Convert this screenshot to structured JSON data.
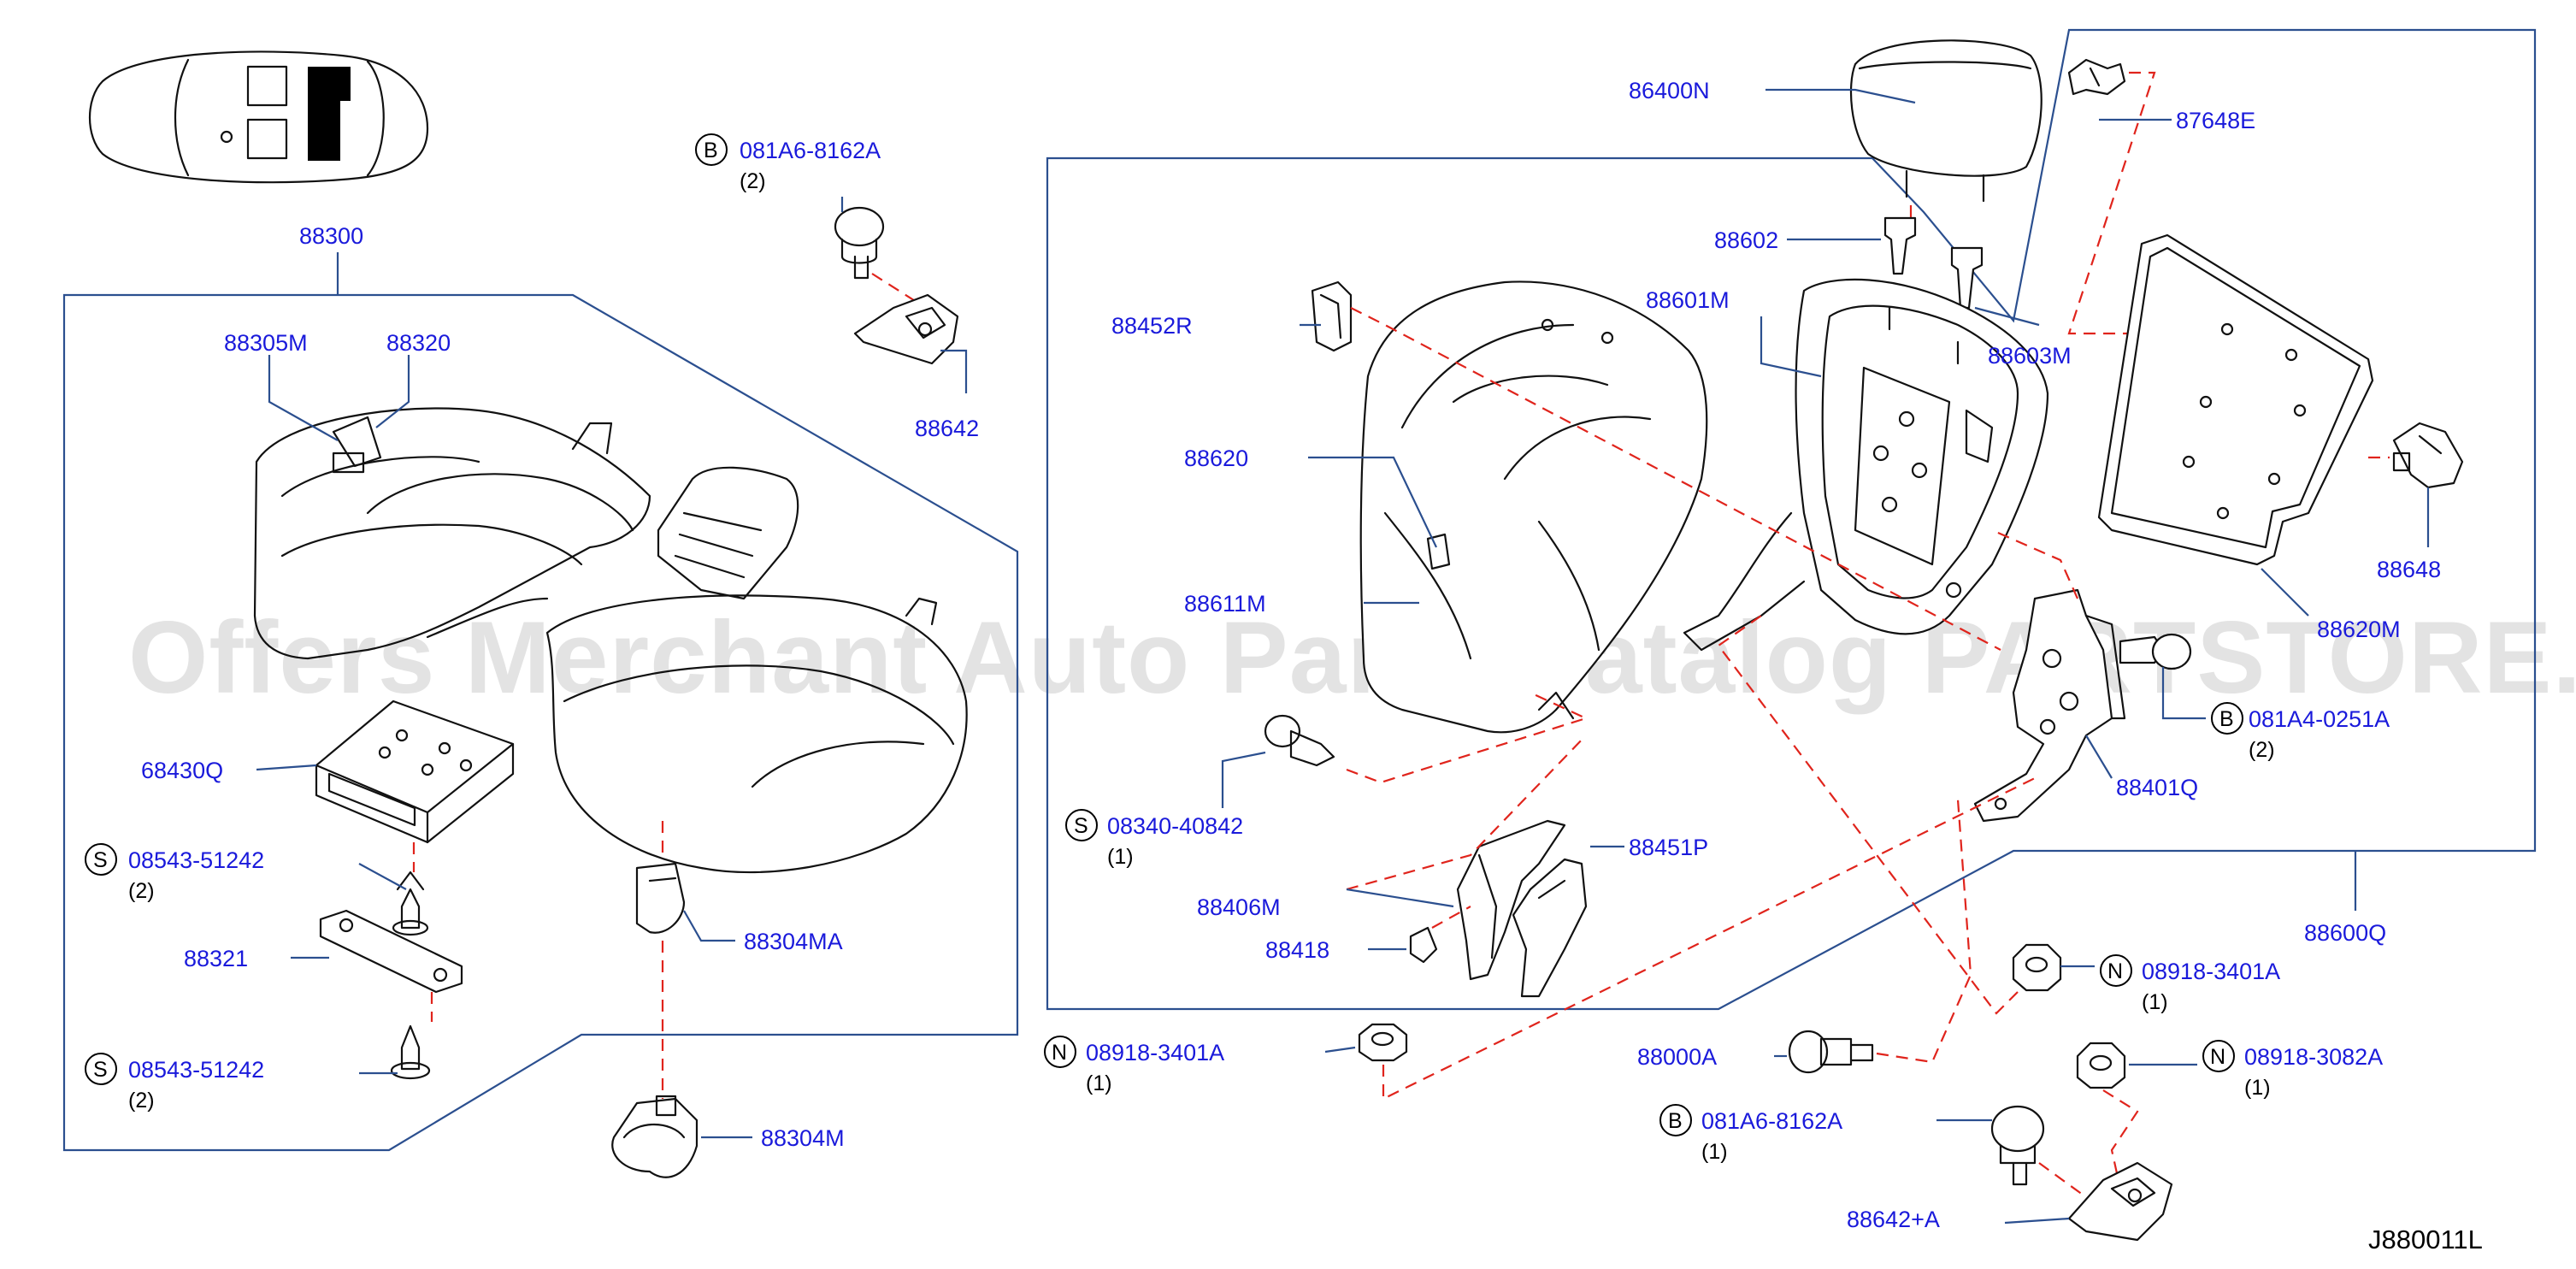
{
  "diagram_id": "J880011L",
  "watermark": "Offers Merchant Auto Parts Catalog PARTSTORE.SA",
  "callouts": {
    "p86400N": {
      "part": "86400N",
      "qty": "",
      "marker": ""
    },
    "p87648E": {
      "part": "87648E",
      "qty": "",
      "marker": ""
    },
    "p88602": {
      "part": "88602",
      "qty": "",
      "marker": ""
    },
    "p88601M": {
      "part": "88601M",
      "qty": "",
      "marker": ""
    },
    "p88603M": {
      "part": "88603M",
      "qty": "",
      "marker": ""
    },
    "p88452R": {
      "part": "88452R",
      "qty": "",
      "marker": ""
    },
    "p88620": {
      "part": "88620",
      "qty": "",
      "marker": ""
    },
    "p88611M": {
      "part": "88611M",
      "qty": "",
      "marker": ""
    },
    "p88648": {
      "part": "88648",
      "qty": "",
      "marker": ""
    },
    "p88620M": {
      "part": "88620M",
      "qty": "",
      "marker": ""
    },
    "p081A4_0251A": {
      "part": "081A4-0251A",
      "qty": "(2)",
      "marker": "B"
    },
    "p88401Q": {
      "part": "88401Q",
      "qty": "",
      "marker": ""
    },
    "p08340_40842": {
      "part": "08340-40842",
      "qty": "(1)",
      "marker": "S"
    },
    "p88451P": {
      "part": "88451P",
      "qty": "",
      "marker": ""
    },
    "p88406M": {
      "part": "88406M",
      "qty": "",
      "marker": ""
    },
    "p88418": {
      "part": "88418",
      "qty": "",
      "marker": ""
    },
    "p88600Q": {
      "part": "88600Q",
      "qty": "",
      "marker": ""
    },
    "p08918_3401A_a": {
      "part": "08918-3401A",
      "qty": "(1)",
      "marker": "N"
    },
    "p08918_3401A_b": {
      "part": "08918-3401A",
      "qty": "(1)",
      "marker": "N"
    },
    "p08918_3082A": {
      "part": "08918-3082A",
      "qty": "(1)",
      "marker": "N"
    },
    "p88000A": {
      "part": "88000A",
      "qty": "",
      "marker": ""
    },
    "p081A6_8162A_b": {
      "part": "081A6-8162A",
      "qty": "(1)",
      "marker": "B"
    },
    "p88642A": {
      "part": "88642+A",
      "qty": "",
      "marker": ""
    },
    "p081A6_8162A_a": {
      "part": "081A6-8162A",
      "qty": "(2)",
      "marker": "B"
    },
    "p88642": {
      "part": "88642",
      "qty": "",
      "marker": ""
    },
    "p88300": {
      "part": "88300",
      "qty": "",
      "marker": ""
    },
    "p88305M": {
      "part": "88305M",
      "qty": "",
      "marker": ""
    },
    "p88320": {
      "part": "88320",
      "qty": "",
      "marker": ""
    },
    "p68430Q": {
      "part": "68430Q",
      "qty": "",
      "marker": ""
    },
    "p08543_51242_a": {
      "part": "08543-51242",
      "qty": "(2)",
      "marker": "S"
    },
    "p88321": {
      "part": "88321",
      "qty": "",
      "marker": ""
    },
    "p08543_51242_b": {
      "part": "08543-51242",
      "qty": "(2)",
      "marker": "S"
    },
    "p88304MA": {
      "part": "88304MA",
      "qty": "",
      "marker": ""
    },
    "p88304M": {
      "part": "88304M",
      "qty": "",
      "marker": ""
    }
  },
  "colors": {
    "part_number": "#1a1adb",
    "leader": "#2b4f8f",
    "dashed_guide": "#e0241c",
    "outline": "#111111"
  }
}
